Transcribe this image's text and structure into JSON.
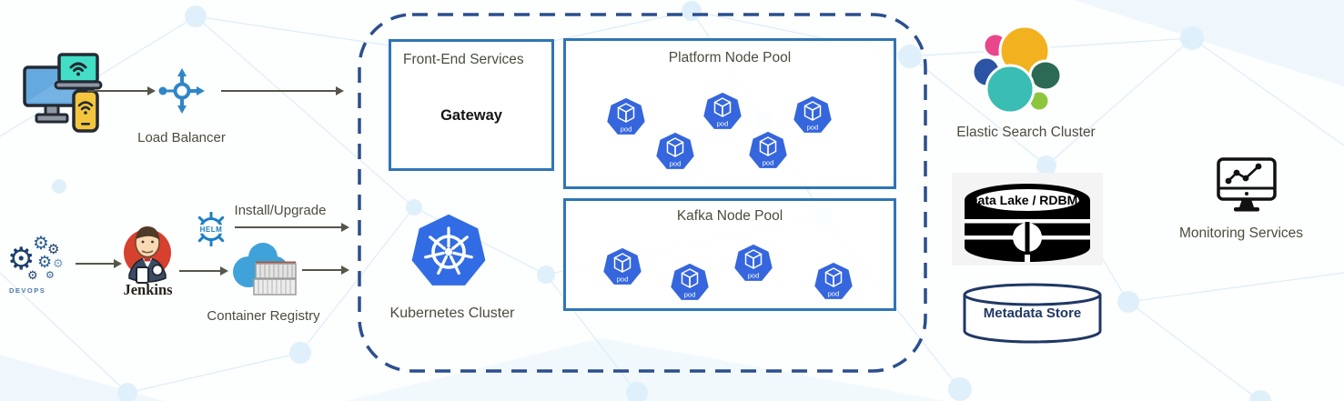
{
  "diagram": {
    "left_flow": {
      "load_balancer_label": "Load Balancer",
      "devops_label": "DEVOPS",
      "jenkins_label": "Jenkins",
      "helm_label": "HELM",
      "install_upgrade_label": "Install/Upgrade",
      "container_registry_label": "Container Registry"
    },
    "cluster": {
      "frontend_title": "Front-End Services",
      "gateway_label": "Gateway",
      "platform_pool_title": "Platform Node Pool",
      "kafka_pool_title": "Kafka Node Pool",
      "kubernetes_label": "Kubernetes Cluster",
      "pod_label": "pod",
      "platform_pod_count": 5,
      "kafka_pod_count": 4
    },
    "right_services": {
      "elastic_label": "Elastic Search Cluster",
      "data_lake_label": "Data Lake / RDBMS",
      "metadata_store_label": "Metadata Store",
      "monitoring_label": "Monitoring Services"
    },
    "edges": [
      {
        "from": "client-devices",
        "to": "load-balancer",
        "label": ""
      },
      {
        "from": "load-balancer",
        "to": "kubernetes-cluster",
        "label": ""
      },
      {
        "from": "devops",
        "to": "jenkins",
        "label": ""
      },
      {
        "from": "jenkins",
        "to": "container-registry",
        "label": ""
      },
      {
        "from": "helm",
        "to": "kubernetes-cluster",
        "label": "Install/Upgrade"
      },
      {
        "from": "container-registry",
        "to": "kubernetes-cluster",
        "label": ""
      }
    ],
    "colors": {
      "box_border": "#2e75b6",
      "cluster_boundary": "#2b4f8e",
      "kubernetes_blue": "#326ce5",
      "pod_blue": "#3566dd",
      "arrow": "#55554a",
      "label_text": "#4c4c3e",
      "jenkins_red": "#d5402f",
      "helm_blue": "#1b7fc4",
      "metadata_navy": "#1f3864",
      "elastic_yellow": "#f2b11e",
      "elastic_teal": "#3abdb2",
      "elastic_pink": "#e8478b",
      "elastic_blue": "#2b54a5",
      "elastic_green_dark": "#2c6a55",
      "elastic_green_light": "#8cc63e"
    }
  }
}
